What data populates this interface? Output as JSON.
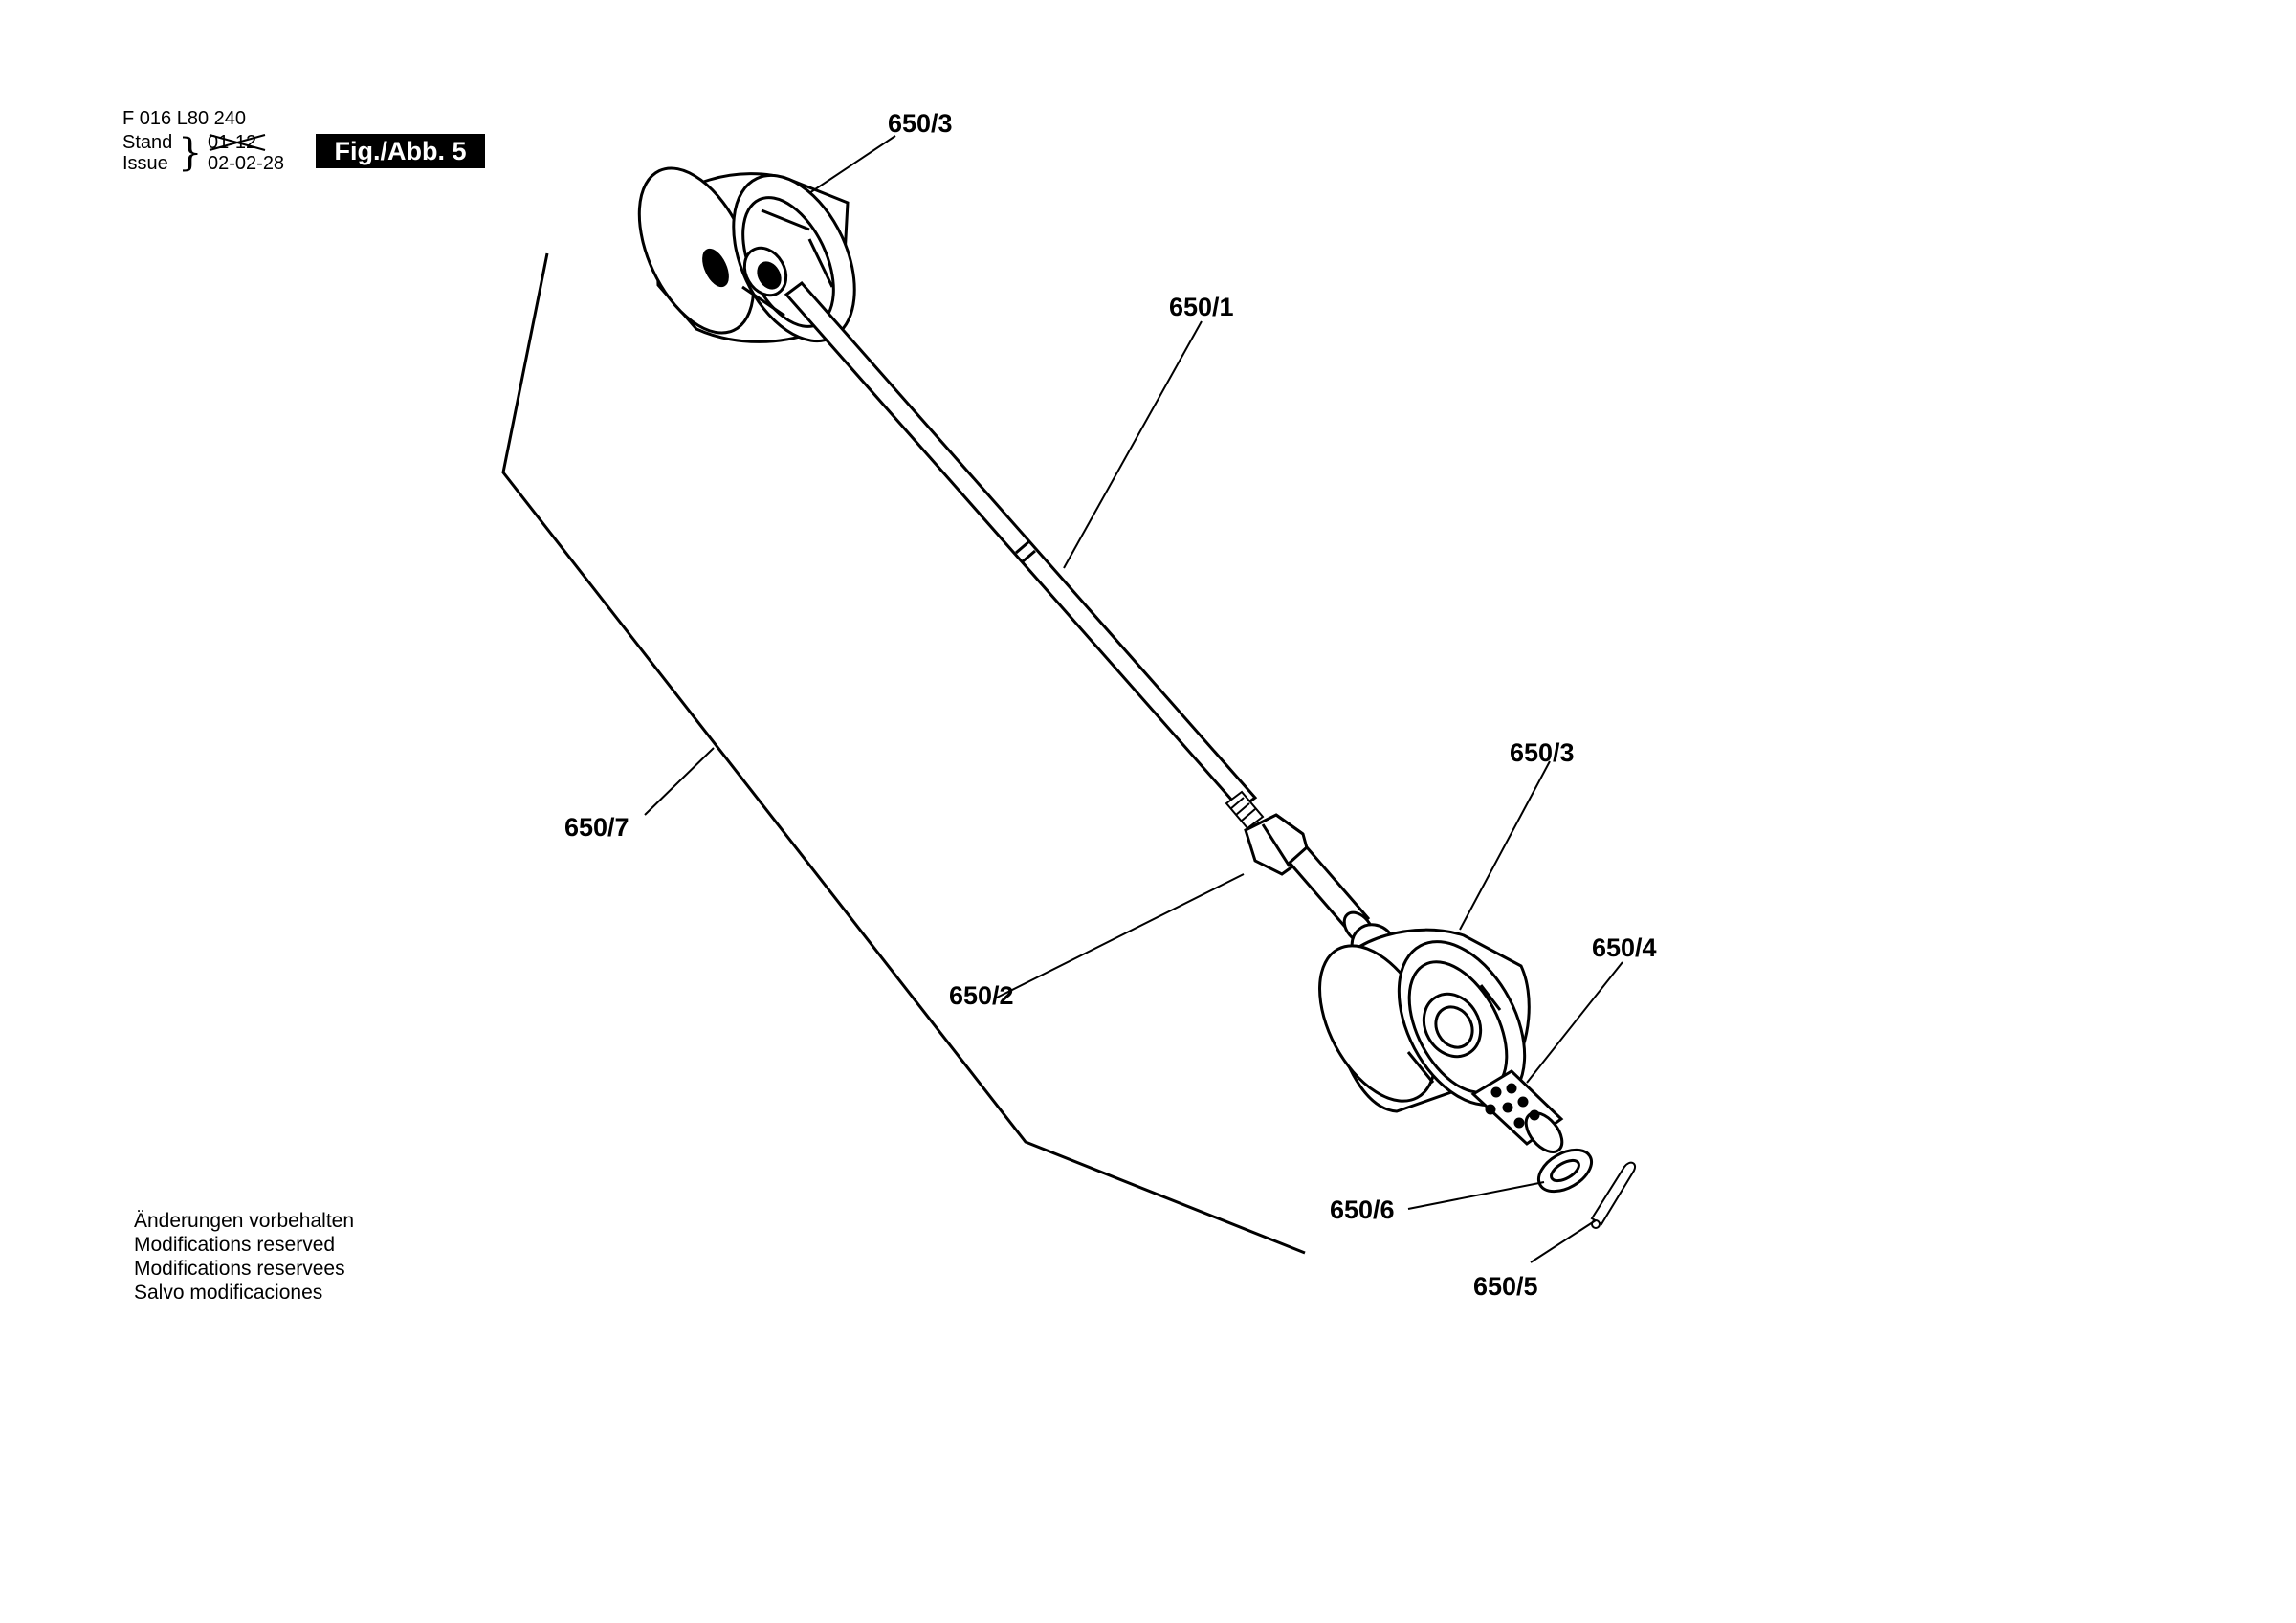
{
  "header": {
    "doc_code": "F 016 L80 240",
    "stand_label": "Stand",
    "issue_label": "Issue",
    "stand_old": "01-12",
    "issue_date": "02-02-28",
    "figure_label": "Fig./Abb. 5"
  },
  "callouts": {
    "wheel_top": "650/3",
    "shaft": "650/1",
    "wheel_bottom": "650/3",
    "handle": "650/7",
    "pin_sleeve": "650/4",
    "coupling_nut": "650/2",
    "washer": "650/6",
    "cotter_pin": "650/5"
  },
  "footer": {
    "notes": [
      "Änderungen vorbehalten",
      "Modifications reserved",
      "Modifications reservees",
      "Salvo modificaciones"
    ]
  }
}
